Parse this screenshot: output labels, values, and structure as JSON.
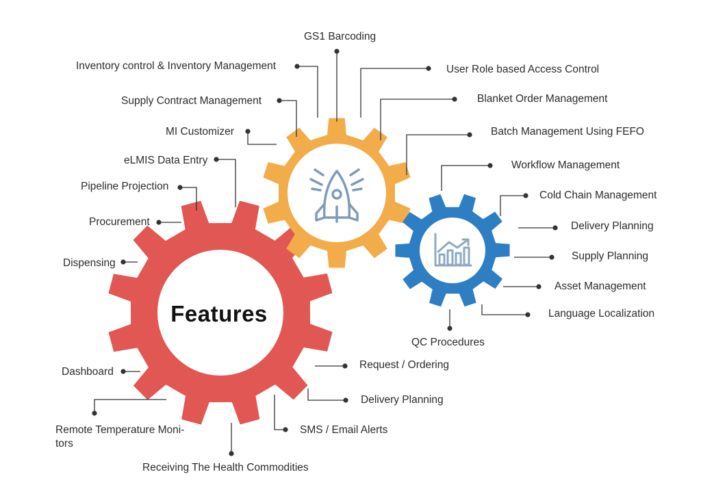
{
  "title": "Features",
  "colors": {
    "red_gear": "#e05753",
    "yellow_gear": "#f2ad4a",
    "blue_gear": "#2e7ec3",
    "icon": "#7f9bb8",
    "connector": "#333333"
  },
  "icons": {
    "yellow_gear": "rocket-icon",
    "blue_gear": "growth-chart-icon"
  },
  "labels": {
    "gs1_barcoding": "GS1 Barcoding",
    "inventory_control": "Inventory control & Inventory Management",
    "user_role": "User Role based Access Control",
    "supply_contract": "Supply Contract Management",
    "blanket_order": "Blanket Order Management",
    "mi_customizer": "MI Customizer",
    "batch_management": "Batch Management Using FEFO",
    "elmis": "eLMIS Data Entry",
    "workflow": "Workflow Management",
    "pipeline": "Pipeline Projection",
    "cold_chain": "Cold Chain Management",
    "procurement": "Procurement",
    "delivery_planning_right": "Delivery Planning",
    "dispensing": "Dispensing",
    "supply_planning": "Supply Planning",
    "asset_management": "Asset Management",
    "language_localization": "Language Localization",
    "qc_procedures": "QC Procedures",
    "request_ordering": "Request / Ordering",
    "dashboard": "Dashboard",
    "delivery_planning_bottom": "Delivery Planning",
    "remote_temp_line1": "Remote Temperature Moni-",
    "remote_temp_line2": "tors",
    "sms_email": "SMS / Email Alerts",
    "receiving": "Receiving The Health Commodities"
  }
}
